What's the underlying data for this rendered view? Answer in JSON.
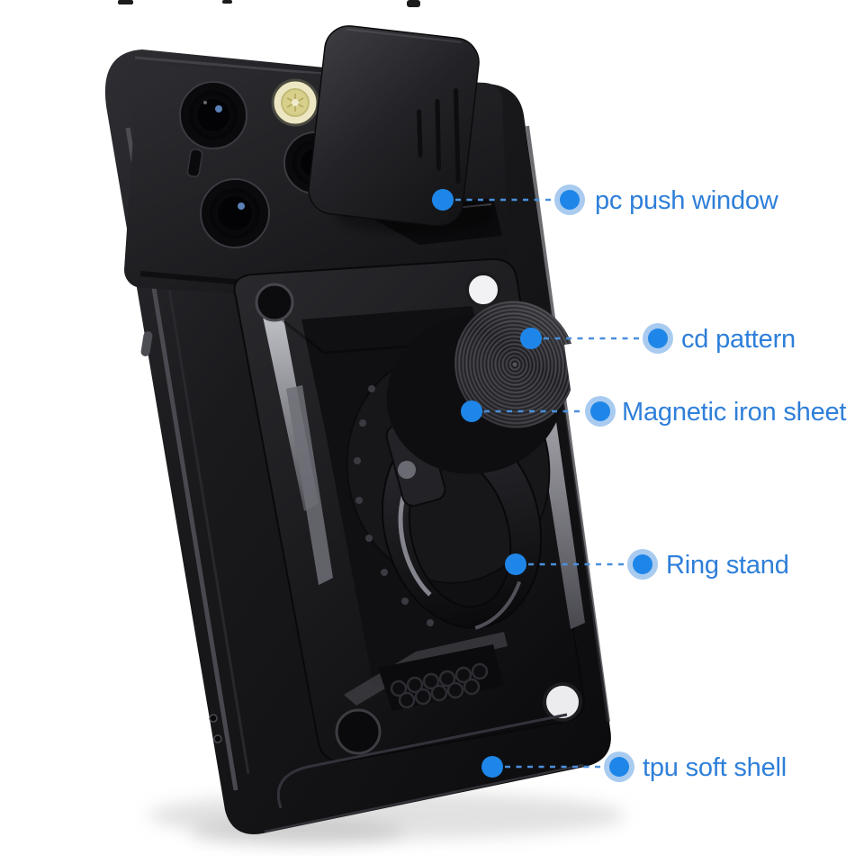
{
  "image": {
    "kind": "annotated product photo",
    "subject": "Black rugged phone case with slide camera cover, CD-pattern ring stand and kickstand plate",
    "background": "#ffffff"
  },
  "style": {
    "label_text_color": "#2e7fd9",
    "dot_fill": "#1e86e8",
    "dot_halo": "#a9cbf0",
    "leader_line": "#4a8fdb",
    "case_color": "#141417",
    "flash_color": "#e9e3b3"
  },
  "annotations": {
    "items": [
      {
        "label": "pc push window",
        "target": "slide-cover"
      },
      {
        "label": "cd pattern",
        "target": "cd-pattern-disc"
      },
      {
        "label": "Magnetic iron sheet",
        "target": "magnetic-disc-side"
      },
      {
        "label": "Ring stand",
        "target": "ring-stand"
      },
      {
        "label": "tpu soft shell",
        "target": "case-bottom-shell"
      }
    ]
  }
}
